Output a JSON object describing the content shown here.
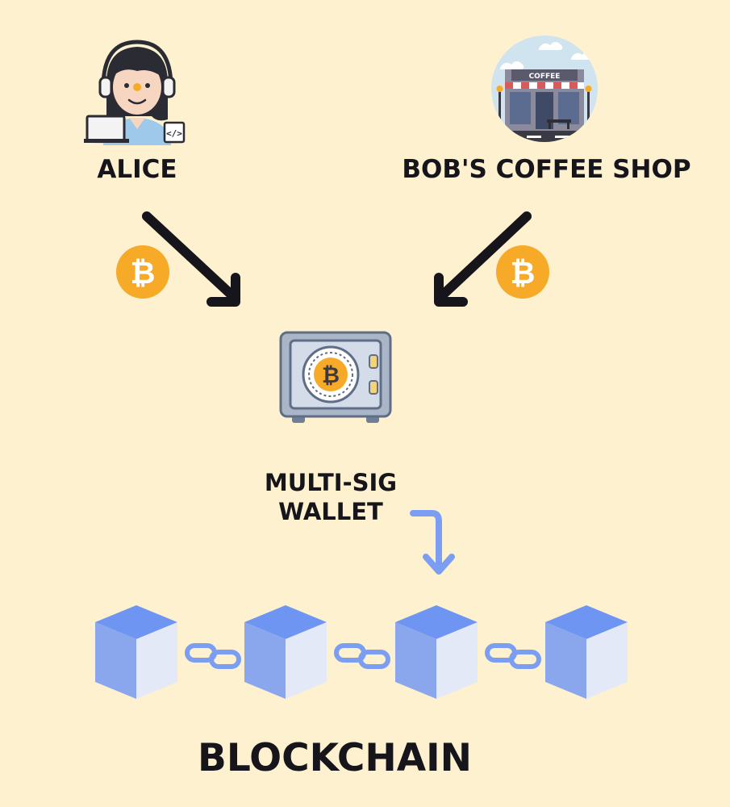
{
  "alice": {
    "label": "ALICE"
  },
  "bob": {
    "label": "BOB'S COFFEE SHOP",
    "sign": "COFFEE"
  },
  "wallet": {
    "line1": "MULTI-SIG",
    "line2": "WALLET"
  },
  "blockchain": {
    "label": "BLOCKCHAIN",
    "block_count": 4
  },
  "coin_symbol": "₿",
  "colors": {
    "background": "#fdf1cf",
    "bitcoin": "#f7a928",
    "block_top": "#6f95f2",
    "block_left": "#8aa6ec",
    "block_right": "#e3e9f7",
    "arrow_dark": "#15151b",
    "arrow_blue": "#7c9ef2"
  }
}
